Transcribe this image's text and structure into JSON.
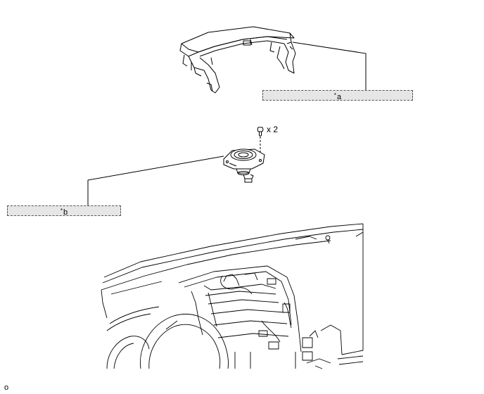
{
  "callouts": {
    "a": {
      "mark": "*",
      "letter": "a"
    },
    "b": {
      "mark": "*",
      "letter": "b"
    }
  },
  "bolt_quantity": "x 2",
  "figure_id": "o",
  "colors": {
    "line": "#000000",
    "callout_fill": "#e6e6e6",
    "callout_border": "#555555"
  }
}
